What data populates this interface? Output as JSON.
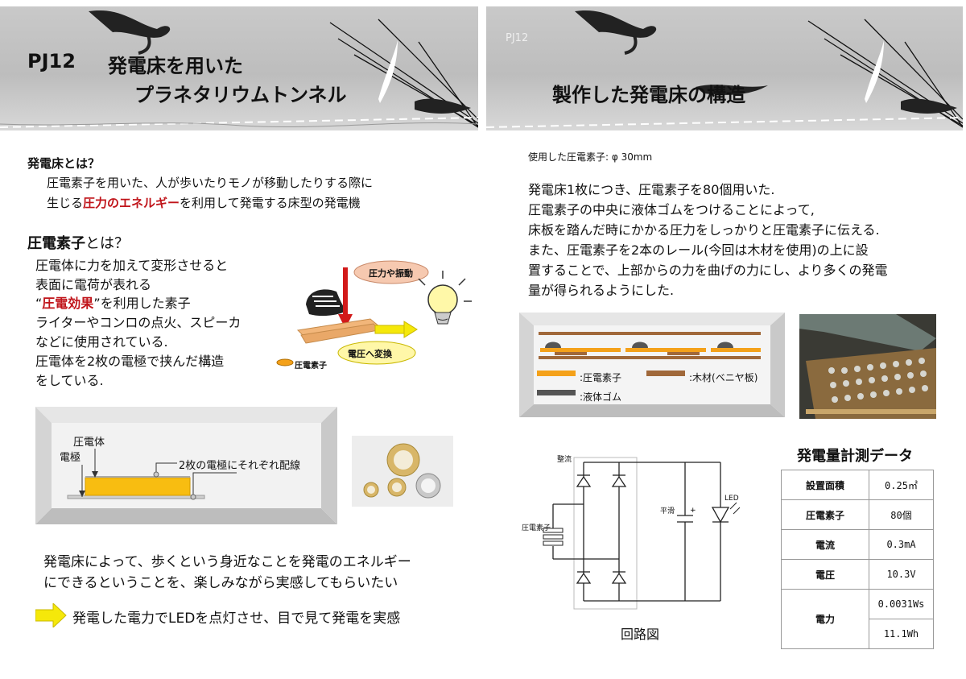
{
  "left": {
    "code": "PJ12",
    "title_line1": "発電床を用いた",
    "title_line2": "プラネタリウムトンネル",
    "what_is_floor_heading": "発電床とは？",
    "what_is_floor_line1": "圧電素子を用いた、人が歩いたりモノが移動したりする際に",
    "what_is_floor_line2_a": "生じる",
    "what_is_floor_line2_b": "圧力のエネルギー",
    "what_is_floor_line2_c": "を利用して発電する床型の発電機",
    "piezo_heading_a": "圧電素子",
    "piezo_heading_b": "とは？",
    "piezo_line1": "圧電体に力を加えて変形させると",
    "piezo_line2": "表面に電荷が表れる",
    "piezo_line3_a": "“",
    "piezo_line3_b": "圧電効果",
    "piezo_line3_c": "”を利用した素子",
    "piezo_line4": "ライターやコンロの点火、スピーカ",
    "piezo_line5": "などに使用されている.",
    "piezo_line6": "圧電体を2枚の電極で挟んだ構造",
    "piezo_line7": "をしている.",
    "illus_pressure": "圧力や振動",
    "illus_convert": "電圧へ変換",
    "illus_piezo_label": "圧電素子",
    "diagram_piezo_body": "圧電体",
    "diagram_electrode": "電極",
    "diagram_wiring": "2枚の電極にそれぞれ配線",
    "conclusion_line1": "発電床によって、歩くという身近なことを発電のエネルギー",
    "conclusion_line2": "にできるということを、楽しみながら実感してもらいたい",
    "arrow_text": "発電した電力でLEDを点灯させ、目で見て発電を実感"
  },
  "right": {
    "code": "PJ12",
    "title": "製作した発電床の構造",
    "used_element": "使用した圧電素子: φ 30mm",
    "para1": "発電床1枚につき、圧電素子を80個用いた.",
    "para2": "圧電素子の中央に液体ゴムをつけることによって,",
    "para3": "床板を踏んだ時にかかる圧力をしっかりと圧電素子に伝える.",
    "para4": "また、圧電素子を2本のレール(今回は木材を使用)の上に設",
    "para5": "置することで、上部からの力を曲げの力にし、より多くの発電",
    "para6": "量が得られるようにした.",
    "legend_piezo": ":圧電素子",
    "legend_wood": ":木材(ベニヤ板)",
    "legend_rubber": ":液体ゴム",
    "circuit_rectifier": "整流",
    "circuit_smoothing": "平滑",
    "circuit_led": "LED",
    "circuit_piezo": "圧電素子",
    "circuit_caption": "回路図",
    "data_title": "発電量計測データ",
    "table": [
      [
        "設置面積",
        "0.25㎡"
      ],
      [
        "圧電素子",
        "80個"
      ],
      [
        "電流",
        "0.3mA"
      ],
      [
        "電圧",
        "10.3V"
      ]
    ],
    "power_label": "電力",
    "power_values": [
      "0.0031Ws",
      "11.1Wh"
    ]
  },
  "colors": {
    "accent_red": "#c0141a",
    "piezo_orange": "#f4a11a",
    "wood_brown": "#a0683a",
    "rubber_gray": "#555555",
    "arrow_yellow": "#f5e80a"
  }
}
